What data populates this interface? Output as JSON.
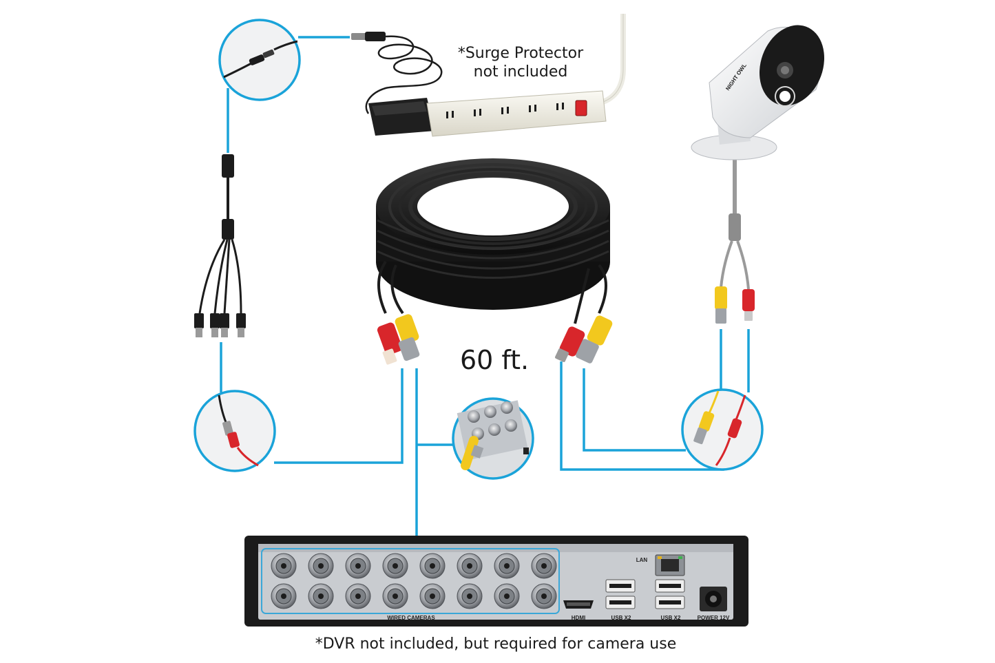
{
  "notes": {
    "surge_line1": "*Surge Protector",
    "surge_line2": "not included",
    "cable_length": "60 ft.",
    "dvr_note": "*DVR not included, but required for camera use"
  },
  "camera": {
    "brand": "NIGHT OWL"
  },
  "dvr": {
    "port_labels": {
      "wired_cameras": "WIRED CAMERAS",
      "hdmi": "HDMI",
      "usb_left": "USB X2",
      "usb_right": "USB X2",
      "lan": "LAN",
      "power": "POWER 12V"
    },
    "bnc_port_count": 16
  },
  "colors": {
    "connector_line": "#1aa3d9",
    "cable_black": "#1c1c1c",
    "bnc_yellow": "#f2c81e",
    "dc_red": "#d8262b",
    "dvr_body": "#1b1b1b",
    "dvr_panel": "#c9ccd0",
    "highlight": "#3aa7d8"
  }
}
